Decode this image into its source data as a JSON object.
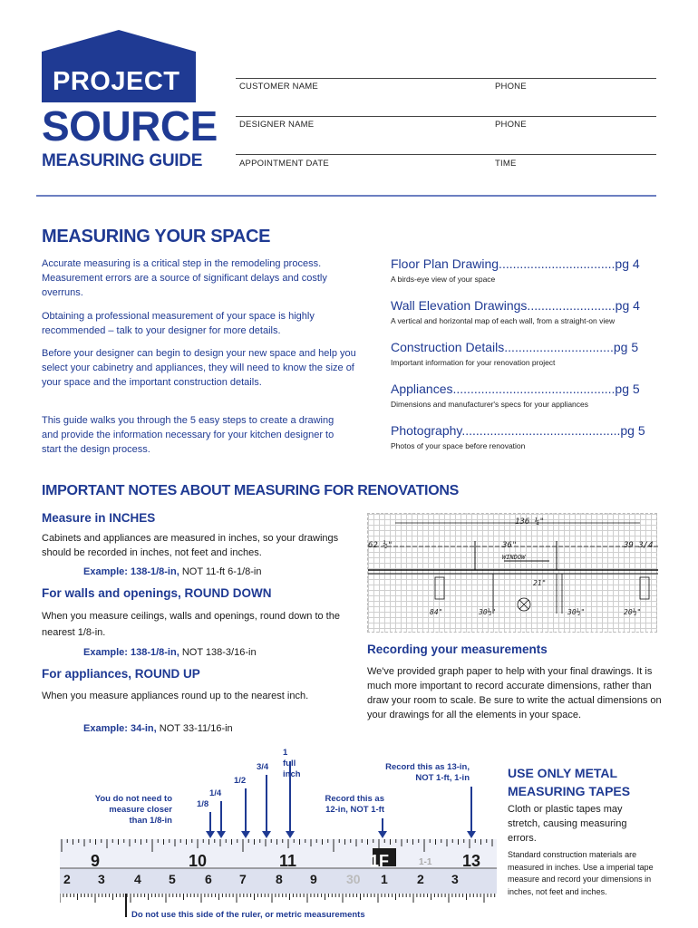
{
  "logo": {
    "line1": "PROJECT",
    "line2": "SOURCE",
    "reg": "®",
    "subtitle": "MEASURING GUIDE"
  },
  "form": {
    "customer_name": "CUSTOMER NAME",
    "phone1": "PHONE",
    "designer_name": "DESIGNER NAME",
    "phone2": "PHONE",
    "appointment_date": "APPOINTMENT DATE",
    "time": "TIME"
  },
  "section1": {
    "title": "MEASURING YOUR SPACE",
    "paragraphs": [
      "Accurate measuring is a critical step in the remodeling process. Measurement errors are a source of significant delays and costly overruns.",
      "Obtaining a professional measurement of your space is highly recommended – talk to your designer for more details.",
      "Before your designer can begin to design your new space and help you select your cabinetry and appliances, they will need to know the size of your space and the important construction details.",
      "This guide walks you through the 5 easy steps to create a drawing and provide the information necessary for your kitchen designer to start the design process."
    ]
  },
  "toc": [
    {
      "title": "Floor Plan Drawing.................................pg 4",
      "desc": "A birds-eye view of your space"
    },
    {
      "title": "Wall Elevation Drawings.........................pg 4",
      "desc": "A vertical and horizontal map of each wall, from a straight-on view"
    },
    {
      "title": "Construction Details...............................pg 5",
      "desc": "Important information for your renovation project"
    },
    {
      "title": "Appliances..............................................pg 5",
      "desc": "Dimensions and manufacturer's specs for your appliances"
    },
    {
      "title": "Photography.............................................pg 5",
      "desc": "Photos of your space before renovation"
    }
  ],
  "section2": {
    "title": "IMPORTANT NOTES ABOUT MEASURING FOR RENOVATIONS",
    "inches": {
      "title": "Measure in INCHES",
      "body": "Cabinets and appliances are measured in inches, so your drawings should be recorded in inches, not feet and inches.",
      "example_bold": "Example: 138-1/8-in,",
      "example_rest": " NOT 11-ft 6-1/8-in"
    },
    "walls": {
      "title": "For walls and openings, ROUND DOWN",
      "body": "When you measure ceilings, walls and openings, round down to the nearest 1/8-in.",
      "example_bold": "Example: 138-1/8-in,",
      "example_rest": " NOT 138-3/16-in"
    },
    "appliances": {
      "title": "For appliances, ROUND UP",
      "body": "When you measure appliances round up to the nearest inch.",
      "example_bold": "Example: 34-in,",
      "example_rest": " NOT 33-11/16-in"
    },
    "recording": {
      "title": "Recording your measurements",
      "body": "We've provided graph paper to help with your final drawings. It is much more important to record accurate dimensions, rather than draw your room to scale. Be sure to write the actual dimensions on your drawings for all the elements in your space."
    },
    "sketch": {
      "top": "136 ¼\"",
      "left": "62 ½\"",
      "mid": "36\"",
      "right": "39 3/4",
      "window": "WINDOW",
      "v1": "84\"",
      "v2": "30½\"",
      "v3": "21\"",
      "v4": "30½\"",
      "v5": "20½\""
    }
  },
  "metal": {
    "title": "USE ONLY METAL MEASURING TAPES",
    "body": "Cloth or plastic tapes may stretch, causing measuring errors.",
    "note": "Standard construction materials are measured in inches. Use a imperial tape measure and record your dimensions in inches, not feet and inches."
  },
  "ruler": {
    "callout_full": "1 full inch",
    "callout_34": "3/4",
    "callout_12": "1/2",
    "callout_14": "1/4",
    "callout_18": "1/8",
    "callout_closer": "You do not need to measure closer than 1/8-in",
    "callout_12in": "Record this as 12-in, NOT 1-ft",
    "callout_13in": "Record this as 13-in, NOT 1-ft, 1-in",
    "top_numbers": [
      "9",
      "10",
      "11",
      "1F",
      "1-1",
      "13"
    ],
    "bottom_numbers": [
      "2",
      "3",
      "4",
      "5",
      "6",
      "7",
      "8",
      "9",
      "30",
      "1",
      "2",
      "3"
    ],
    "warning": "Do not use this side of the ruler, or metric measurements"
  }
}
